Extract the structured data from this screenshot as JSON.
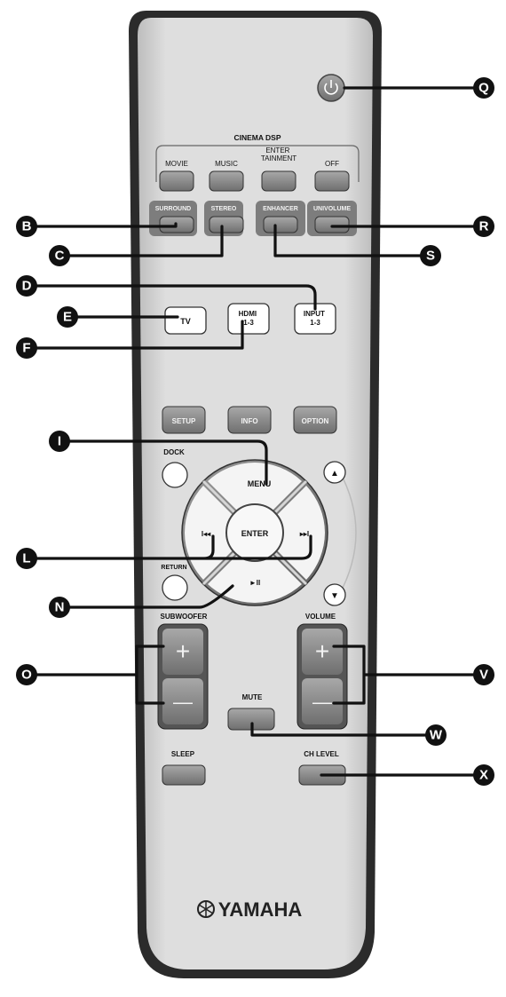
{
  "remote": {
    "brand": "YAMAHA",
    "cinema_dsp_label": "CINEMA DSP",
    "dsp_buttons": [
      "MOVIE",
      "MUSIC",
      "ENTER\nTAINMENT",
      "OFF"
    ],
    "sound_buttons": [
      "SURROUND",
      "STEREO",
      "ENHANCER",
      "UNIVOLUME"
    ],
    "input_buttons": [
      "TV",
      "HDMI\n1-3",
      "INPUT\n1-3"
    ],
    "menu_buttons": [
      "SETUP",
      "INFO",
      "OPTION"
    ],
    "dock_label": "DOCK",
    "return_label": "RETURN",
    "menu_label": "MENU",
    "enter_label": "ENTER",
    "prev_symbol": "I◂◂",
    "next_symbol": "▸▸I",
    "play_symbol": "►II",
    "up_symbol": "▲",
    "down_symbol": "▼",
    "subwoofer_label": "SUBWOOFER",
    "volume_label": "VOLUME",
    "plus_symbol": "+",
    "minus_symbol": "—",
    "mute_label": "MUTE",
    "sleep_label": "SLEEP",
    "ch_level_label": "CH LEVEL"
  },
  "callouts": [
    "Q",
    "B",
    "R",
    "C",
    "S",
    "D",
    "E",
    "F",
    "I",
    "L",
    "N",
    "O",
    "V",
    "W",
    "X"
  ],
  "colors": {
    "body": "#d9d9d9",
    "body_edge": "#2b2b2b",
    "dark_button": "#8a8a8a",
    "light_button": "#ffffff",
    "callout": "#111111"
  }
}
